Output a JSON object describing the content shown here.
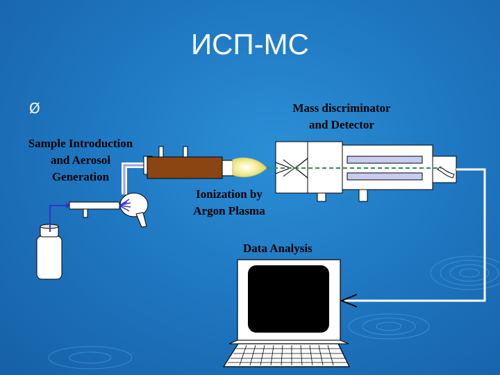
{
  "slide": {
    "title": "ИСП-МС",
    "bullet_glyph": "Ø"
  },
  "labels": {
    "sample_intro": [
      "Sample Introduction",
      "and Aerosol",
      "Generation"
    ],
    "ionization": [
      "Ionization by",
      "Argon Plasma"
    ],
    "mass_disc": [
      "Mass discriminator",
      "and Detector"
    ],
    "data_analysis": "Data Analysis"
  },
  "icons": {
    "bullet": "arrow-bullet-icon",
    "vial": "sample-vial-icon",
    "nebulizer": "nebulizer-icon",
    "torch": "plasma-torch-icon",
    "mass_spec": "mass-spectrometer-icon",
    "computer": "computer-icon"
  },
  "colors": {
    "background": "#1f78c2",
    "torch": "#8b4513",
    "plasma": "#f0e68c",
    "ion_beam": "#2e8b57",
    "tubing": "#9aa4e0"
  }
}
